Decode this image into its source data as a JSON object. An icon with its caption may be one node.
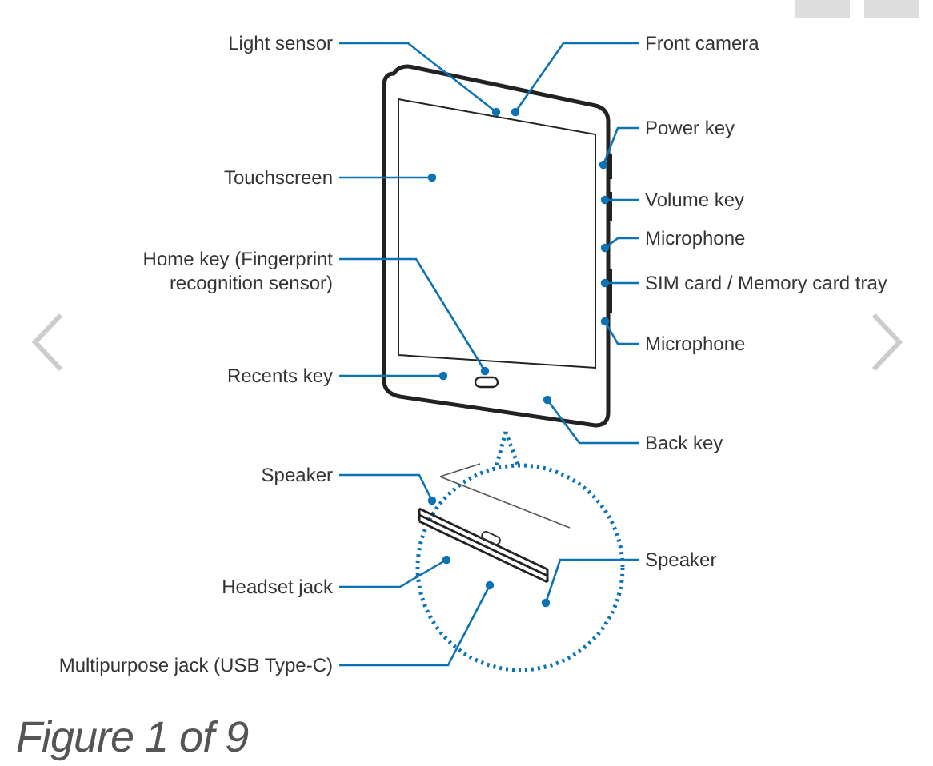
{
  "diagram": {
    "caption": "Figure 1 of 9",
    "nodes": [
      {
        "text": [
          "Light sensor"
        ]
      },
      {
        "text": [
          "Front camera"
        ]
      },
      {
        "text": [
          "Power key"
        ]
      },
      {
        "text": [
          "Touchscreen"
        ]
      },
      {
        "text": [
          "Volume key"
        ]
      },
      {
        "text": [
          "Microphone"
        ]
      },
      {
        "text": [
          "Home key (Fingerprint recognition sensor)"
        ]
      },
      {
        "text": [
          "SIM card / Memory card tray"
        ]
      },
      {
        "text": [
          "Microphone"
        ]
      },
      {
        "text": [
          "Recents key"
        ]
      },
      {
        "text": [
          "Back key"
        ]
      },
      {
        "text": [
          "Speaker"
        ]
      },
      {
        "text": [
          "Speaker"
        ]
      },
      {
        "text": [
          "Headset jack"
        ]
      },
      {
        "text": [
          "Multipurpose jack (USB Type-C)"
        ]
      }
    ],
    "edges": [
      {
        "from": 0,
        "to": null,
        "arrow": "other"
      },
      {
        "from": 1,
        "to": null,
        "arrow": "other"
      },
      {
        "from": 2,
        "to": null,
        "arrow": "other"
      },
      {
        "from": 3,
        "to": null,
        "arrow": "other"
      },
      {
        "from": 4,
        "to": null,
        "arrow": "other"
      },
      {
        "from": 5,
        "to": null,
        "arrow": "other"
      },
      {
        "from": 6,
        "to": null,
        "arrow": "other"
      },
      {
        "from": 7,
        "to": null,
        "arrow": "other"
      },
      {
        "from": 8,
        "to": null,
        "arrow": "other"
      },
      {
        "from": 9,
        "to": null,
        "arrow": "other"
      },
      {
        "from": 10,
        "to": null,
        "arrow": "other"
      },
      {
        "from": 11,
        "to": null,
        "arrow": "other"
      },
      {
        "from": 12,
        "to": null,
        "arrow": "other"
      },
      {
        "from": 13,
        "to": null,
        "arrow": "other"
      },
      {
        "from": 14,
        "to": null,
        "arrow": "other"
      }
    ]
  }
}
